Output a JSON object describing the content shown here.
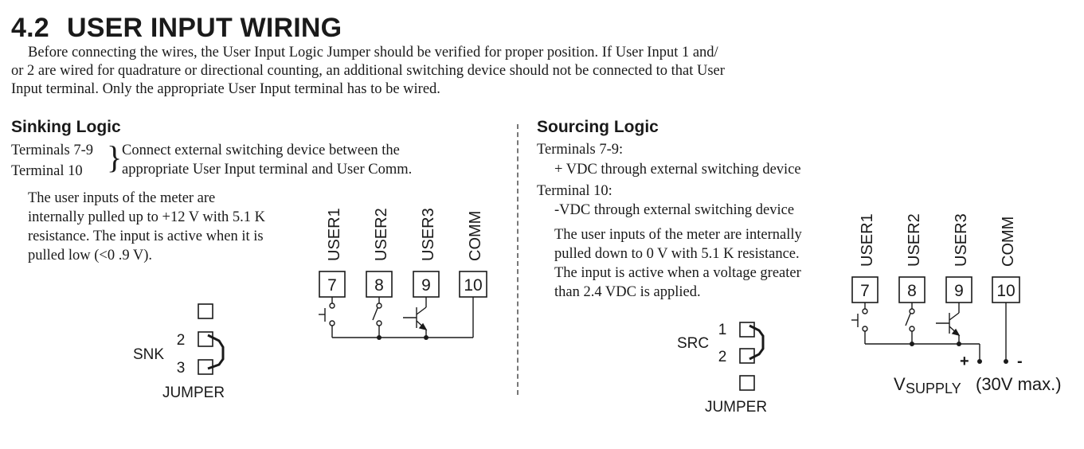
{
  "section": {
    "number": "4.2",
    "title": "USER INPUT WIRING",
    "intro": [
      "Before connecting the wires, the User Input Logic Jumper should be verified for proper position. If User Input 1 and/",
      "or 2 are wired for quadrature or directional counting, an additional switching device should not be connected to that User",
      "Input terminal. Only the appropriate User Input terminal has to be wired."
    ]
  },
  "sinking": {
    "heading": "Sinking Logic",
    "terminals_a": "Terminals 7-9",
    "terminals_b": "Terminal 10",
    "connect_lines": [
      "Connect external switching device between the",
      "appropriate User Input terminal and User Comm."
    ],
    "description": [
      "The user inputs of the meter are",
      "internally pulled up to +12 V with 5.1 K",
      "resistance. The input is active when it is",
      "pulled low (<0 .9 V)."
    ],
    "jumper": {
      "mode_label": "SNK",
      "pin2": "2",
      "pin3": "3",
      "caption": "JUMPER"
    },
    "terminals": [
      {
        "name": "USER1",
        "number": "7"
      },
      {
        "name": "USER2",
        "number": "8"
      },
      {
        "name": "USER3",
        "number": "9"
      },
      {
        "name": "COMM",
        "number": "10"
      }
    ]
  },
  "sourcing": {
    "heading": "Sourcing Logic",
    "term_a_label": "Terminals 7-9:",
    "term_a_desc": "+ VDC through external switching device",
    "term_b_label": "Terminal 10:",
    "term_b_desc": "-VDC through external switching device",
    "description": [
      "The user inputs of the meter are internally",
      "pulled down to 0 V with 5.1 K resistance.",
      "The input is active when a voltage greater",
      "than 2.4 VDC is applied."
    ],
    "jumper": {
      "mode_label": "SRC",
      "pin1": "1",
      "pin2": "2",
      "caption": "JUMPER"
    },
    "terminals": [
      {
        "name": "USER1",
        "number": "7"
      },
      {
        "name": "USER2",
        "number": "8"
      },
      {
        "name": "USER3",
        "number": "9"
      },
      {
        "name": "COMM",
        "number": "10"
      }
    ],
    "supply": {
      "plus": "+",
      "minus": "-",
      "v": "V",
      "sub": "SUPPLY",
      "rating": "(30V max.)"
    }
  }
}
